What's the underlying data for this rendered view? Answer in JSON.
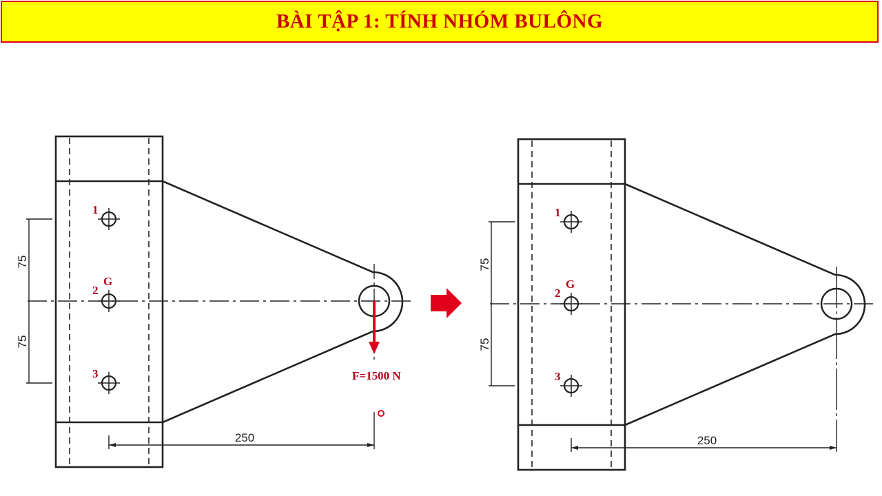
{
  "title": "BÀI TẬP 1: TÍNH NHÓM BULÔNG",
  "colors": {
    "title_bg": "#ffff00",
    "title_border": "#e0001b",
    "title_text": "#cc0000",
    "annotation": "#b3001b",
    "arrow": "#e0001b",
    "line": "#222222"
  },
  "left_figure": {
    "bolt_labels": [
      "1",
      "2",
      "3"
    ],
    "center_label": "G",
    "dim_vertical_top": "75",
    "dim_vertical_bottom": "75",
    "dim_horizontal": "250",
    "force_label": "F=1500 N"
  },
  "right_figure": {
    "bolt_labels": [
      "1",
      "2",
      "3"
    ],
    "center_label": "G",
    "dim_vertical_top": "75",
    "dim_vertical_bottom": "75",
    "dim_horizontal": "250"
  },
  "transition_arrow": "right-arrow-icon"
}
